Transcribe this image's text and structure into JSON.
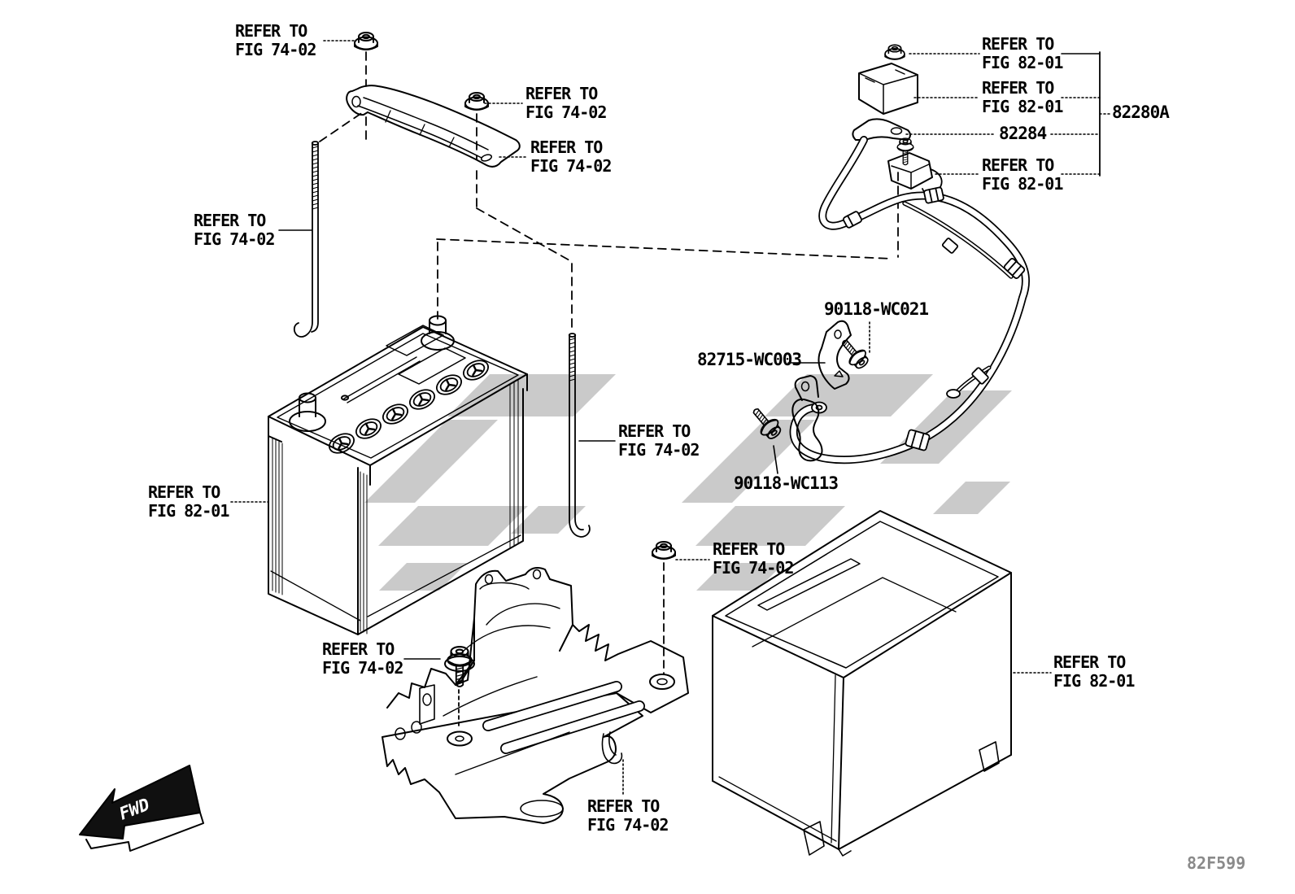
{
  "page": {
    "background": "#ffffff",
    "line_color": "#000000",
    "watermark_color": "#cacaca",
    "footer_code": "82F599",
    "footer_color": "#8a8a8a",
    "fwd_badge": "FWD"
  },
  "callouts": {
    "refer_fig_74_02": "REFER TO\nFIG 74-02",
    "refer_fig_82_01": "REFER TO\nFIG 82-01",
    "group_82280a": "82280A",
    "part_82284": "82284",
    "bolt_90118_wc021": "90118-WC021",
    "bracket_82715_wc003": "82715-WC003",
    "bolt_90118_wc113": "90118-WC113"
  }
}
